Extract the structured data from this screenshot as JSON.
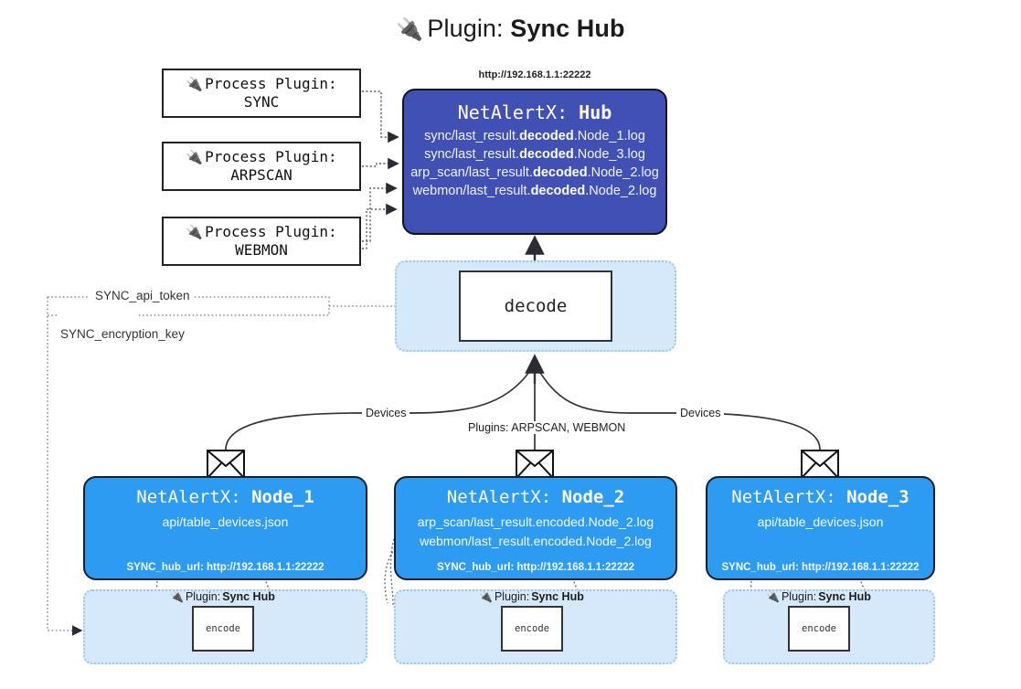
{
  "page": {
    "title_icon": "plug-icon",
    "title_prefix": "Plugin:",
    "title_name": "Sync Hub"
  },
  "colors": {
    "hub_fill": "#4150b5",
    "node_fill": "#2e9bf2",
    "container_fill": "#d6e9fb",
    "container_border": "#9cc6e8",
    "box_border": "#333333",
    "background": "#ffffff"
  },
  "process_plugins": [
    {
      "icon": "plug-icon",
      "line1": "Process Plugin:",
      "line2": "SYNC"
    },
    {
      "icon": "plug-icon",
      "line1": "Process Plugin:",
      "line2": "ARPSCAN"
    },
    {
      "icon": "plug-icon",
      "line1": "Process Plugin:",
      "line2": "WEBMON"
    }
  ],
  "hub": {
    "url": "http://192.168.1.1:22222",
    "title_prefix": "NetAlertX:",
    "title_name": "Hub",
    "logs": [
      {
        "pre": "sync/last_result.",
        "em": "decoded",
        "post": ".Node_1.log"
      },
      {
        "pre": "sync/last_result.",
        "em": "decoded",
        "post": ".Node_3.log"
      },
      {
        "pre": "arp_scan/last_result.",
        "em": "decoded",
        "post": ".Node_2.log"
      },
      {
        "pre": "webmon/last_result.",
        "em": "decoded",
        "post": ".Node_2.log"
      }
    ]
  },
  "decode": {
    "label": "decode"
  },
  "params": [
    {
      "label": "SYNC_api_token"
    },
    {
      "label": "SYNC_encryption_key"
    }
  ],
  "edge_labels": {
    "left_devices": "Devices",
    "center_plugins": "Plugins: ARPSCAN, WEBMON",
    "right_devices": "Devices"
  },
  "nodes": [
    {
      "title_prefix": "NetAlertX:",
      "title_name": "Node_1",
      "lines": [
        "api/table_devices.json"
      ],
      "footer": "SYNC_hub_url: http://192.168.1.1:22222",
      "envelope_icon": "envelope-icon"
    },
    {
      "title_prefix": "NetAlertX:",
      "title_name": "Node_2",
      "lines": [
        "arp_scan/last_result.encoded.Node_2.log",
        "webmon/last_result.encoded.Node_2.log"
      ],
      "footer": "SYNC_hub_url: http://192.168.1.1:22222",
      "envelope_icon": "envelope-icon"
    },
    {
      "title_prefix": "NetAlertX:",
      "title_name": "Node_3",
      "lines": [
        "api/table_devices.json"
      ],
      "footer": "SYNC_hub_url: http://192.168.1.1:22222",
      "envelope_icon": "envelope-icon"
    }
  ],
  "encoders": [
    {
      "icon": "plug-icon",
      "label_prefix": "Plugin:",
      "label_name": "Sync Hub",
      "box_label": "encode"
    },
    {
      "icon": "plug-icon",
      "label_prefix": "Plugin:",
      "label_name": "Sync Hub",
      "box_label": "encode"
    },
    {
      "icon": "plug-icon",
      "label_prefix": "Plugin:",
      "label_name": "Sync Hub",
      "box_label": "encode"
    }
  ]
}
